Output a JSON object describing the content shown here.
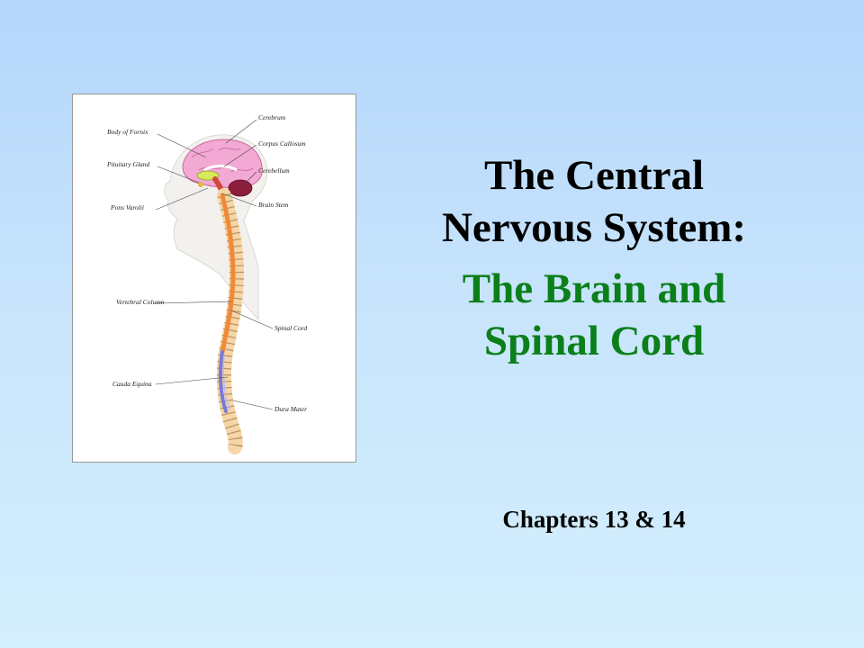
{
  "slide": {
    "title_line1": "The Central",
    "title_line2": "Nervous System:",
    "subtitle_line1": "The Brain and",
    "subtitle_line2": "Spinal Cord",
    "chapters": "Chapters 13 & 14"
  },
  "diagram": {
    "labels": {
      "body_of_fornix": "Body of Fornix",
      "pituitary_gland": "Pituitary Gland",
      "pons_varolii": "Pons Varolii",
      "vertebral_column": "Vertebral Column",
      "cauda_equina": "Cauda Equina",
      "cerebrum": "Cerebrum",
      "corpus_callosum": "Corpus Callosum",
      "cerebellum": "Cerebellum",
      "brain_stem": "Brain Stem",
      "spinal_cord": "Spinal Cord",
      "dura_mater": "Dura Mater"
    }
  },
  "colors": {
    "background_top": "#b4d6fb",
    "background_bottom": "#d4effd",
    "title": "#000000",
    "subtitle": "#0b7f1a",
    "brain": "#f2a9d4",
    "spinal_cord": "#f08a3a",
    "vertebrae": "#f6d6a8"
  }
}
